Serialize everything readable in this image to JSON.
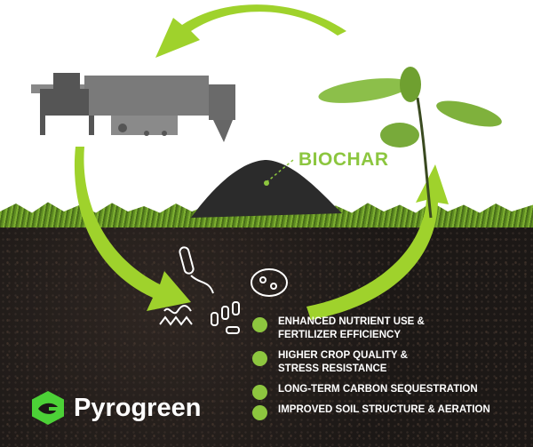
{
  "label": "BIOCHAR",
  "benefits": [
    {
      "line1": "ENHANCED NUTRIENT USE &",
      "line2": "FERTILIZER EFFICIENCY"
    },
    {
      "line1": "HIGHER CROP QUALITY &",
      "line2": "STRESS RESISTANCE"
    },
    {
      "line1": "LONG-TERM CARBON SEQUESTRATION",
      "line2": ""
    },
    {
      "line1": "IMPROVED SOIL STRUCTURE & AERATION",
      "line2": ""
    }
  ],
  "brand": {
    "name": "Pyrogreen"
  },
  "colors": {
    "accent": "#8dc63f",
    "soil": "#1b1715",
    "logo": "#4cd137"
  }
}
